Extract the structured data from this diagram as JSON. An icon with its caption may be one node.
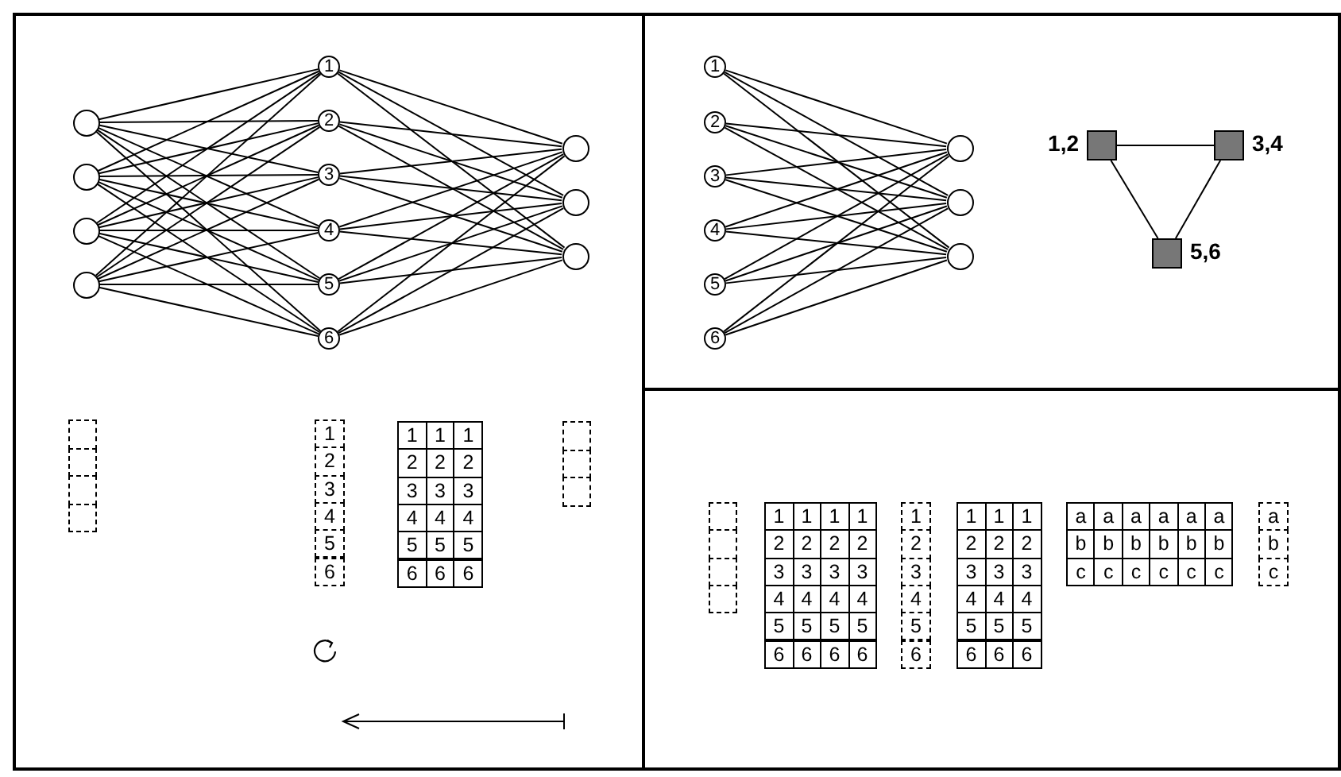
{
  "diagram": {
    "nodes": [
      {
        "text": [],
        "shape": "circle"
      },
      {
        "text": [],
        "shape": "circle"
      },
      {
        "text": [],
        "shape": "circle"
      },
      {
        "text": [],
        "shape": "circle"
      },
      {
        "text": [
          "1"
        ]
      },
      {
        "text": [
          "2"
        ]
      },
      {
        "text": [
          "3"
        ]
      },
      {
        "text": [
          "4"
        ]
      },
      {
        "text": [
          "5"
        ]
      },
      {
        "text": [
          "6"
        ]
      },
      {
        "text": [],
        "shape": "circle"
      },
      {
        "text": [],
        "shape": "circle"
      },
      {
        "text": [],
        "shape": "circle"
      },
      {
        "text": [
          "1"
        ]
      },
      {
        "text": [
          "2"
        ]
      },
      {
        "text": [
          "3"
        ]
      },
      {
        "text": [
          "4"
        ]
      },
      {
        "text": [
          "5"
        ]
      },
      {
        "text": [
          "6"
        ]
      },
      {
        "text": [],
        "shape": "circle"
      },
      {
        "text": [],
        "shape": "circle"
      },
      {
        "text": [],
        "shape": "circle"
      },
      {
        "text": [],
        "shape": "box",
        "beside": [
          "1,2"
        ]
      },
      {
        "text": [],
        "shape": "box",
        "beside": [
          "3,4"
        ]
      },
      {
        "text": [],
        "shape": "box",
        "beside": [
          "5,6"
        ]
      }
    ],
    "edges": [
      {
        "from": 0,
        "to": 4,
        "arrow": "none"
      },
      {
        "from": 0,
        "to": 5,
        "arrow": "none"
      },
      {
        "from": 0,
        "to": 6,
        "arrow": "none"
      },
      {
        "from": 0,
        "to": 7,
        "arrow": "none"
      },
      {
        "from": 0,
        "to": 8,
        "arrow": "none"
      },
      {
        "from": 0,
        "to": 9,
        "arrow": "none"
      },
      {
        "from": 1,
        "to": 4,
        "arrow": "none"
      },
      {
        "from": 1,
        "to": 5,
        "arrow": "none"
      },
      {
        "from": 1,
        "to": 6,
        "arrow": "none"
      },
      {
        "from": 1,
        "to": 7,
        "arrow": "none"
      },
      {
        "from": 1,
        "to": 8,
        "arrow": "none"
      },
      {
        "from": 1,
        "to": 9,
        "arrow": "none"
      },
      {
        "from": 2,
        "to": 4,
        "arrow": "none"
      },
      {
        "from": 2,
        "to": 5,
        "arrow": "none"
      },
      {
        "from": 2,
        "to": 6,
        "arrow": "none"
      },
      {
        "from": 2,
        "to": 7,
        "arrow": "none"
      },
      {
        "from": 2,
        "to": 8,
        "arrow": "none"
      },
      {
        "from": 2,
        "to": 9,
        "arrow": "none"
      },
      {
        "from": 3,
        "to": 4,
        "arrow": "none"
      },
      {
        "from": 3,
        "to": 5,
        "arrow": "none"
      },
      {
        "from": 3,
        "to": 6,
        "arrow": "none"
      },
      {
        "from": 3,
        "to": 7,
        "arrow": "none"
      },
      {
        "from": 3,
        "to": 8,
        "arrow": "none"
      },
      {
        "from": 3,
        "to": 9,
        "arrow": "none"
      },
      {
        "from": 4,
        "to": 10,
        "arrow": "none"
      },
      {
        "from": 4,
        "to": 11,
        "arrow": "none"
      },
      {
        "from": 4,
        "to": 12,
        "arrow": "none"
      },
      {
        "from": 5,
        "to": 10,
        "arrow": "none"
      },
      {
        "from": 5,
        "to": 11,
        "arrow": "none"
      },
      {
        "from": 5,
        "to": 12,
        "arrow": "none"
      },
      {
        "from": 6,
        "to": 10,
        "arrow": "none"
      },
      {
        "from": 6,
        "to": 11,
        "arrow": "none"
      },
      {
        "from": 6,
        "to": 12,
        "arrow": "none"
      },
      {
        "from": 7,
        "to": 10,
        "arrow": "none"
      },
      {
        "from": 7,
        "to": 11,
        "arrow": "none"
      },
      {
        "from": 7,
        "to": 12,
        "arrow": "none"
      },
      {
        "from": 8,
        "to": 10,
        "arrow": "none"
      },
      {
        "from": 8,
        "to": 11,
        "arrow": "none"
      },
      {
        "from": 8,
        "to": 12,
        "arrow": "none"
      },
      {
        "from": 9,
        "to": 10,
        "arrow": "none"
      },
      {
        "from": 9,
        "to": 11,
        "arrow": "none"
      },
      {
        "from": 9,
        "to": 12,
        "arrow": "none"
      },
      {
        "from": 13,
        "to": 19,
        "arrow": "none"
      },
      {
        "from": 13,
        "to": 20,
        "arrow": "none"
      },
      {
        "from": 13,
        "to": 21,
        "arrow": "none"
      },
      {
        "from": 14,
        "to": 19,
        "arrow": "none"
      },
      {
        "from": 14,
        "to": 20,
        "arrow": "none"
      },
      {
        "from": 14,
        "to": 21,
        "arrow": "none"
      },
      {
        "from": 15,
        "to": 19,
        "arrow": "none"
      },
      {
        "from": 15,
        "to": 20,
        "arrow": "none"
      },
      {
        "from": 15,
        "to": 21,
        "arrow": "none"
      },
      {
        "from": 16,
        "to": 19,
        "arrow": "none"
      },
      {
        "from": 16,
        "to": 20,
        "arrow": "none"
      },
      {
        "from": 16,
        "to": 21,
        "arrow": "none"
      },
      {
        "from": 17,
        "to": 19,
        "arrow": "none"
      },
      {
        "from": 17,
        "to": 20,
        "arrow": "none"
      },
      {
        "from": 17,
        "to": 21,
        "arrow": "none"
      },
      {
        "from": 18,
        "to": 19,
        "arrow": "none"
      },
      {
        "from": 18,
        "to": 20,
        "arrow": "none"
      },
      {
        "from": 18,
        "to": 21,
        "arrow": "none"
      },
      {
        "from": 22,
        "to": 23,
        "arrow": "none"
      },
      {
        "from": 22,
        "to": 24,
        "arrow": "none"
      },
      {
        "from": 23,
        "to": 24,
        "arrow": "none"
      }
    ],
    "labels": [
      "1",
      "2",
      "3",
      "4",
      "5",
      "6",
      "1",
      "1",
      "1",
      "2",
      "2",
      "2",
      "3",
      "3",
      "3",
      "4",
      "4",
      "4",
      "5",
      "5",
      "5",
      "6",
      "6",
      "6",
      "1",
      "1",
      "1",
      "1",
      "2",
      "2",
      "2",
      "2",
      "3",
      "3",
      "3",
      "3",
      "4",
      "4",
      "4",
      "4",
      "5",
      "5",
      "5",
      "5",
      "6",
      "6",
      "6",
      "6",
      "1",
      "2",
      "3",
      "4",
      "5",
      "6",
      "1",
      "1",
      "1",
      "2",
      "2",
      "2",
      "3",
      "3",
      "3",
      "4",
      "4",
      "4",
      "5",
      "5",
      "5",
      "6",
      "6",
      "6",
      "a",
      "a",
      "a",
      "a",
      "a",
      "a",
      "b",
      "b",
      "b",
      "b",
      "b",
      "b",
      "c",
      "c",
      "c",
      "c",
      "c",
      "c",
      "a",
      "b",
      "c"
    ]
  }
}
